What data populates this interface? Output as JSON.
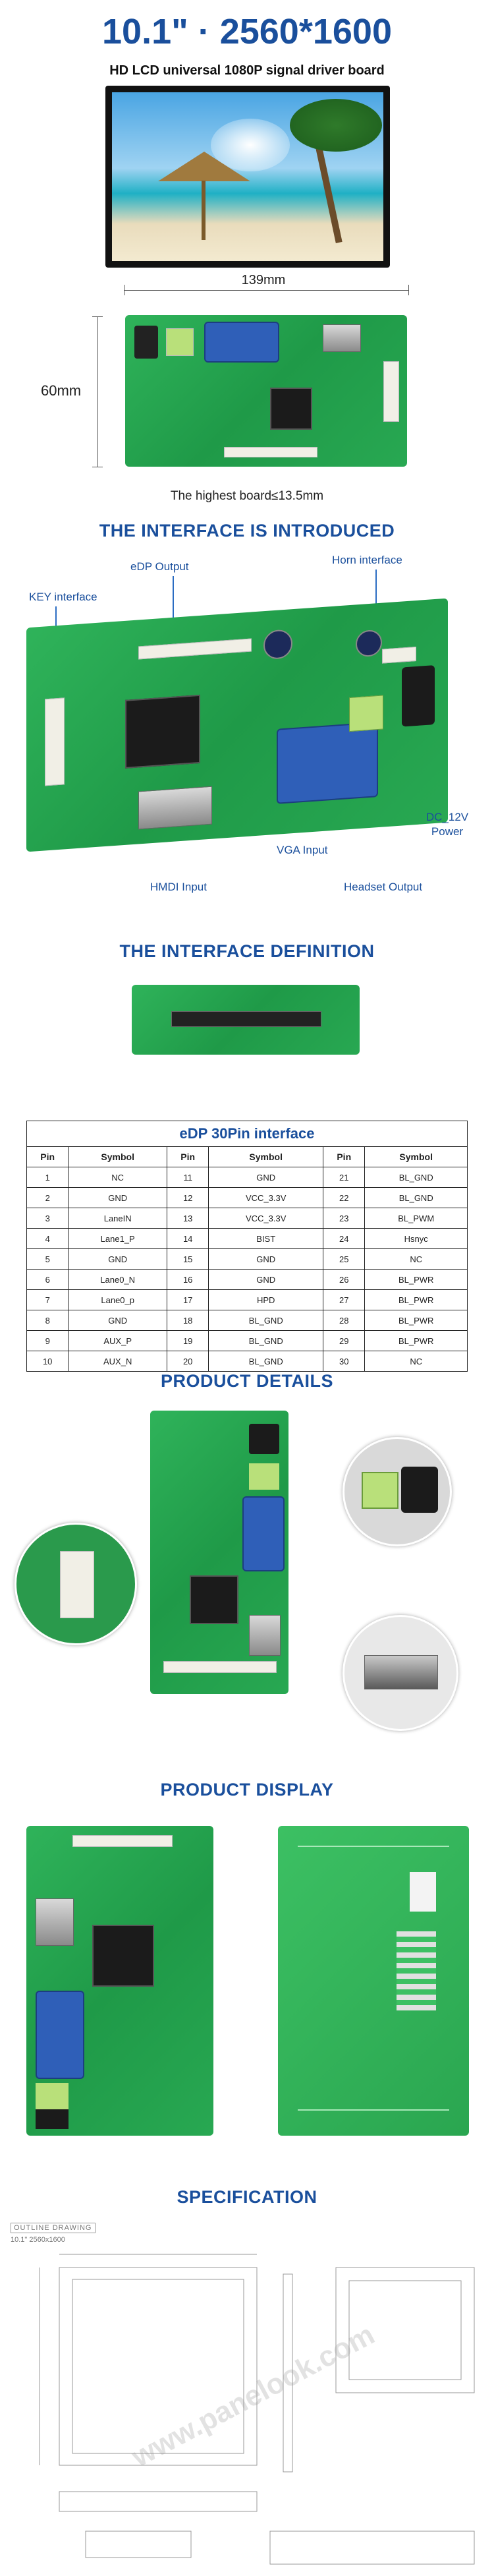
{
  "header": {
    "title": "10.1\" · 2560*1600",
    "subtitle": "HD LCD universal 1080P signal driver board"
  },
  "dimensions": {
    "width_label": "139mm",
    "height_label": "60mm",
    "board_height_note": "The highest board≤13.5mm"
  },
  "interface_section": {
    "title": "THE INTERFACE IS INTRODUCED",
    "labels": {
      "edp": "eDP Output",
      "horn": "Horn interface",
      "key": "KEY interface",
      "dc": "DC_12V",
      "power": "Power",
      "vga": "VGA Input",
      "hdmi": "HMDI Input",
      "headset": "Headset Output"
    }
  },
  "definition_section": {
    "title": "THE INTERFACE DEFINITION"
  },
  "pin_table": {
    "title": "eDP 30Pin interface",
    "headers": [
      "Pin",
      "Symbol",
      "Pin",
      "Symbol",
      "Pin",
      "Symbol"
    ],
    "rows": [
      [
        "1",
        "NC",
        "11",
        "GND",
        "21",
        "BL_GND"
      ],
      [
        "2",
        "GND",
        "12",
        "VCC_3.3V",
        "22",
        "BL_GND"
      ],
      [
        "3",
        "LaneIN",
        "13",
        "VCC_3.3V",
        "23",
        "BL_PWM"
      ],
      [
        "4",
        "Lane1_P",
        "14",
        "BIST",
        "24",
        "Hsnyc"
      ],
      [
        "5",
        "GND",
        "15",
        "GND",
        "25",
        "NC"
      ],
      [
        "6",
        "Lane0_N",
        "16",
        "GND",
        "26",
        "BL_PWR"
      ],
      [
        "7",
        "Lane0_p",
        "17",
        "HPD",
        "27",
        "BL_PWR"
      ],
      [
        "8",
        "GND",
        "18",
        "BL_GND",
        "28",
        "BL_PWR"
      ],
      [
        "9",
        "AUX_P",
        "19",
        "BL_GND",
        "29",
        "BL_PWR"
      ],
      [
        "10",
        "AUX_N",
        "20",
        "BL_GND",
        "30",
        "NC"
      ]
    ]
  },
  "details_section": {
    "title": "PRODUCT DETAILS"
  },
  "display_section": {
    "title": "PRODUCT DISPLAY"
  },
  "spec_section": {
    "title": "SPECIFICATION",
    "drawing_label": "OUTLINE DRAWING",
    "drawing_sub": "10.1\" 2560x1600",
    "watermark": "www.panelook.com"
  },
  "colors": {
    "title_blue": "#1a4f9c",
    "pcb_green": "#25a24f",
    "vga_blue": "#2f5fb8"
  }
}
